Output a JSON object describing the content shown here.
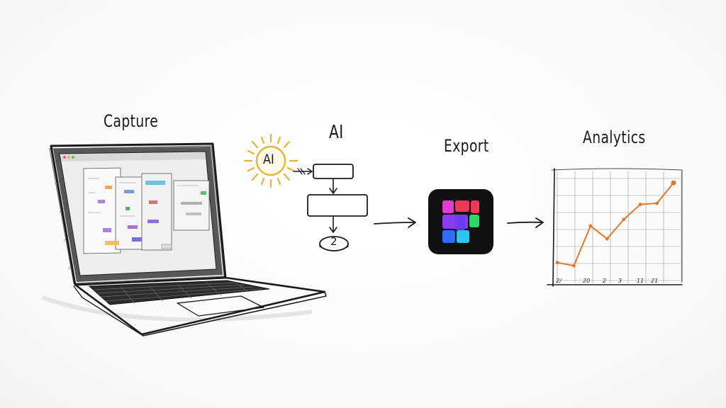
{
  "stages": {
    "capture": "Capture",
    "ai": "AI",
    "export": "Export",
    "analytics": "Analytics"
  },
  "ai_badge": "AI",
  "flow_step": "2",
  "chart_data": {
    "type": "line",
    "series": [
      {
        "x": [
          1,
          2,
          3,
          4,
          5,
          6,
          7,
          8
        ],
        "y": [
          18,
          15,
          52,
          40,
          58,
          72,
          73,
          92
        ]
      }
    ],
    "tick_labels": [
      "2/",
      "20",
      "2",
      "3",
      "11",
      "21"
    ],
    "ylim": [
      0,
      100
    ],
    "grid": true,
    "line_color": "#e07a2e"
  },
  "colors": {
    "sun": "#e8b530",
    "export_tile_bg": "#111111",
    "export_magenta": "#e33bd1",
    "export_purple": "#8b3cf0",
    "export_blue": "#2f6ff4",
    "export_cyan": "#2ec4f0",
    "export_green": "#30d468",
    "export_red": "#f0365a"
  },
  "icons": {
    "laptop": "laptop-sketch-icon",
    "sun": "sun-badge-icon",
    "export": "export-grid-icon"
  }
}
